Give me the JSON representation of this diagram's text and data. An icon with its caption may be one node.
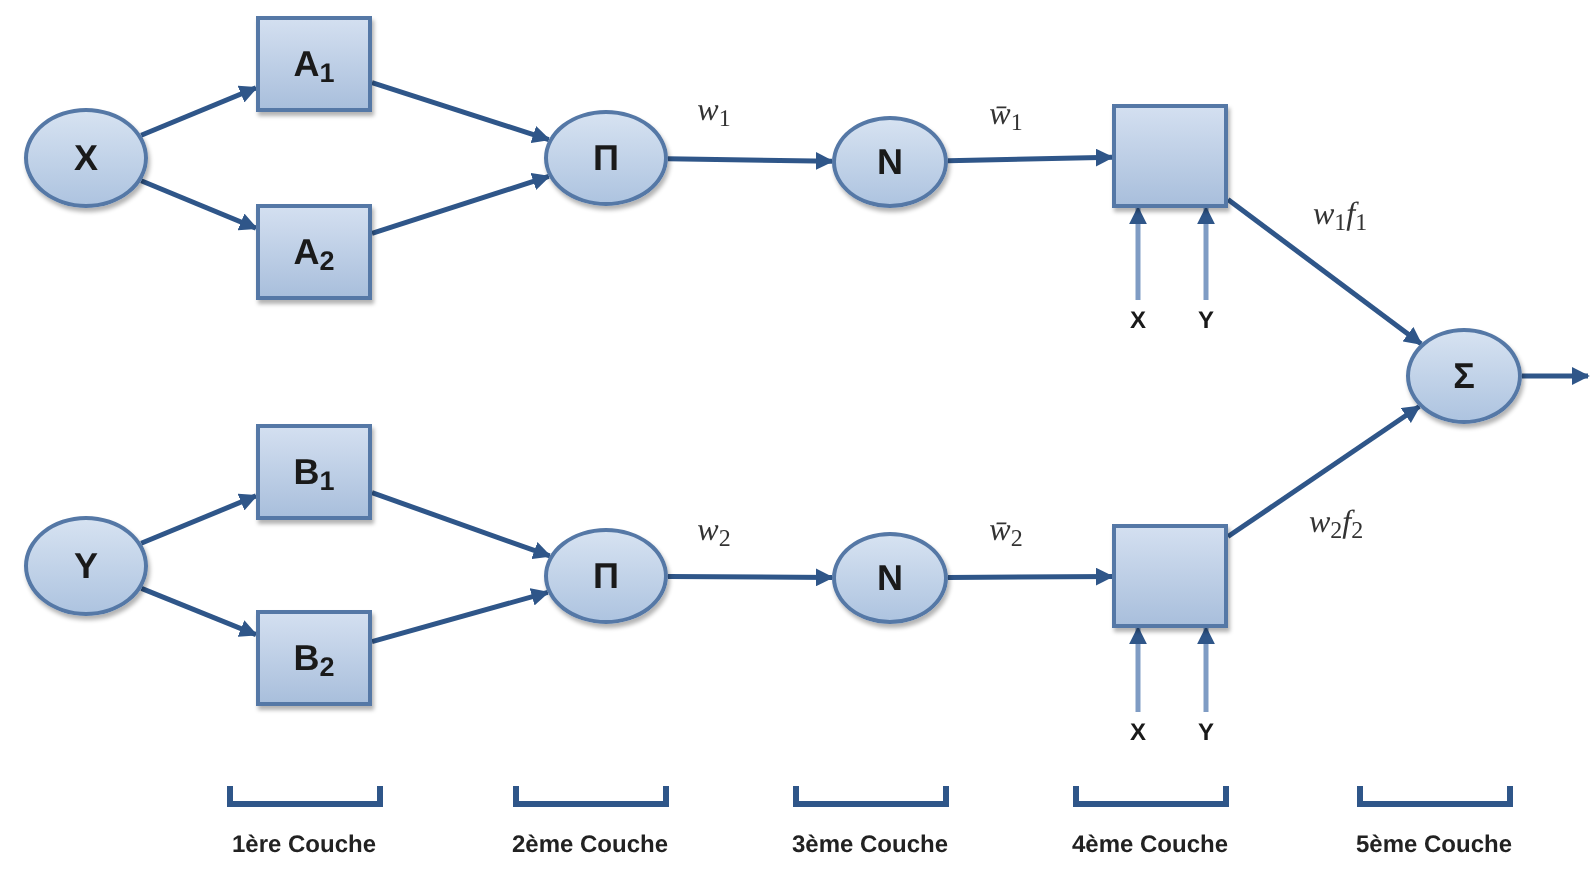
{
  "diagram": {
    "nodes": [
      {
        "text": [
          "X"
        ]
      },
      {
        "text": [
          "A$_{1}$"
        ]
      },
      {
        "text": [
          "A$_{2}$"
        ]
      },
      {
        "text": [
          "Π"
        ]
      },
      {
        "text": [
          "N"
        ]
      },
      {
        "text": [],
        "shape": "box"
      },
      {
        "text": [
          "X"
        ]
      },
      {
        "text": [
          "Y"
        ]
      },
      {
        "text": [
          "Y"
        ]
      },
      {
        "text": [
          "B$_{1}$"
        ]
      },
      {
        "text": [
          "B$_{2}$"
        ]
      },
      {
        "text": [
          "Π"
        ]
      },
      {
        "text": [
          "N"
        ]
      },
      {
        "text": [],
        "shape": "box"
      },
      {
        "text": [
          "X"
        ]
      },
      {
        "text": [
          "Y"
        ]
      },
      {
        "text": [
          "Σ"
        ]
      }
    ],
    "edges": [
      {
        "from": 0,
        "to": 1,
        "arrow": "to"
      },
      {
        "from": 0,
        "to": 2,
        "arrow": "to"
      },
      {
        "from": 1,
        "to": 3,
        "arrow": "to"
      },
      {
        "from": 2,
        "to": 3,
        "arrow": "to"
      },
      {
        "from": 3,
        "to": 4,
        "arrow": "to",
        "label": "*w*$_{1}$"
      },
      {
        "from": 4,
        "to": 5,
        "arrow": "to",
        "label": "*w̄*$_{1}$"
      },
      {
        "from": 6,
        "to": 5,
        "arrow": "to"
      },
      {
        "from": 7,
        "to": 5,
        "arrow": "to"
      },
      {
        "from": 5,
        "to": 16,
        "arrow": "to",
        "label": "*w*$_{1}$*f*$_{1}$"
      },
      {
        "from": 8,
        "to": 9,
        "arrow": "to"
      },
      {
        "from": 8,
        "to": 10,
        "arrow": "to"
      },
      {
        "from": 9,
        "to": 11,
        "arrow": "to"
      },
      {
        "from": 10,
        "to": 11,
        "arrow": "to"
      },
      {
        "from": 11,
        "to": 12,
        "arrow": "to",
        "label": "*w*$_{2}$"
      },
      {
        "from": 12,
        "to": 13,
        "arrow": "to",
        "label": "*w̄*$_{2}$"
      },
      {
        "from": 14,
        "to": 13,
        "arrow": "to"
      },
      {
        "from": 15,
        "to": 13,
        "arrow": "to"
      },
      {
        "from": 13,
        "to": 16,
        "arrow": "to",
        "label": "*w*$_{2}$*f*$_{2}$"
      },
      {
        "from": 16,
        "to": null,
        "arrow": "to"
      }
    ],
    "labels": [
      "1ère Couche",
      "2ème Couche",
      "3ème Couche",
      "4ème Couche",
      "5ème Couche"
    ]
  }
}
